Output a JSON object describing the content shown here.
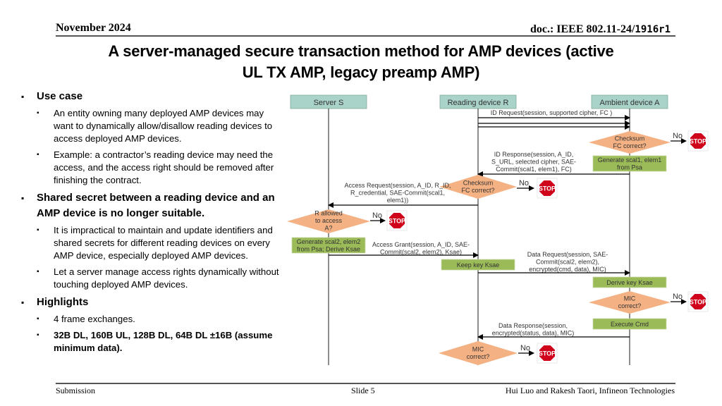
{
  "header": {
    "date": "November 2024",
    "doc_prefix": "doc.: IEEE 802.11-24/",
    "doc_rev": "1916r1"
  },
  "title": {
    "line1": "A server-managed secure transaction method for AMP devices (active",
    "line2": "UL TX AMP, legacy preamp AMP)"
  },
  "bullets": {
    "use_case": {
      "heading": "Use case",
      "items": [
        "An entity owning many deployed AMP devices may want to dynamically allow/disallow reading devices to access deployed AMP devices.",
        "Example: a contractor’s reading device may need the access, and the access right should be removed after finishing the contract."
      ]
    },
    "shared_secret": {
      "heading": "Shared secret between a reading device and an AMP device is no longer suitable.",
      "items": [
        "It is impractical to maintain and update identifiers and shared secrets for different reading devices on every AMP device, especially deployed AMP devices.",
        "Let a server manage access rights dynamically without touching deployed AMP devices."
      ]
    },
    "highlights": {
      "heading": "Highlights",
      "items": [
        "4 frame exchanges.",
        "32B DL, 160B UL, 128B DL, 64B DL ±16B (assume minimum data)."
      ]
    }
  },
  "diagram": {
    "colors": {
      "header_fill": "#a9d3c8",
      "decision_fill": "#f4b183",
      "action_fill": "#9bbb59",
      "stop_red": "#d0021b"
    },
    "lifelines": {
      "server": "Server S",
      "reader": "Reading device R",
      "ambient": "Ambient device A"
    },
    "messages": {
      "id_request": "ID Request(session,  supported  cipher, FC )",
      "id_response": [
        "ID Response(session,  A_ID,",
        "S_URL, selected  cipher, SAE-",
        "Commit(scal1, elem1),  FC)"
      ],
      "access_request": [
        "Access Request(session,  A_ID, R_ID,",
        "R_credential,  SAE-Commit(scal1,",
        "elem1))"
      ],
      "access_grant": [
        "Access Grant(session, A_ID, SAE-",
        "Commit(scal2,  elem2),  Ksae)"
      ],
      "data_request": [
        "Data Request(session,  SAE-",
        "Commit(scal2,  elem2),",
        "encrypted(cmd, data), MIC)"
      ],
      "data_response": [
        "Data Response(session,",
        "encrypted(status,  data), MIC)"
      ]
    },
    "decisions": {
      "a_checksum": [
        "Checksum",
        "FC correct?"
      ],
      "r_checksum": [
        "Checksum",
        "FC correct?"
      ],
      "s_allowed": [
        "R allowed",
        "to access",
        "A?"
      ],
      "a_mic": [
        "MIC",
        "correct?"
      ],
      "r_mic": [
        "MIC",
        "correct?"
      ]
    },
    "actions": {
      "a_generate": [
        "Generate  scal1, elem1",
        "from Psa"
      ],
      "s_generate": [
        "Generate  scal2, elem2",
        "from Psa; Derive Ksae"
      ],
      "r_keep": "Keep key Ksae",
      "a_derive": "Derive key Ksae",
      "a_execute": "Execute  Cmd"
    },
    "no_label": "No",
    "stop_label": "STOP"
  },
  "footer": {
    "left": "Submission",
    "center": "Slide 5",
    "right": "Hui Luo and Rakesh Taori, Infineon Technologies"
  }
}
